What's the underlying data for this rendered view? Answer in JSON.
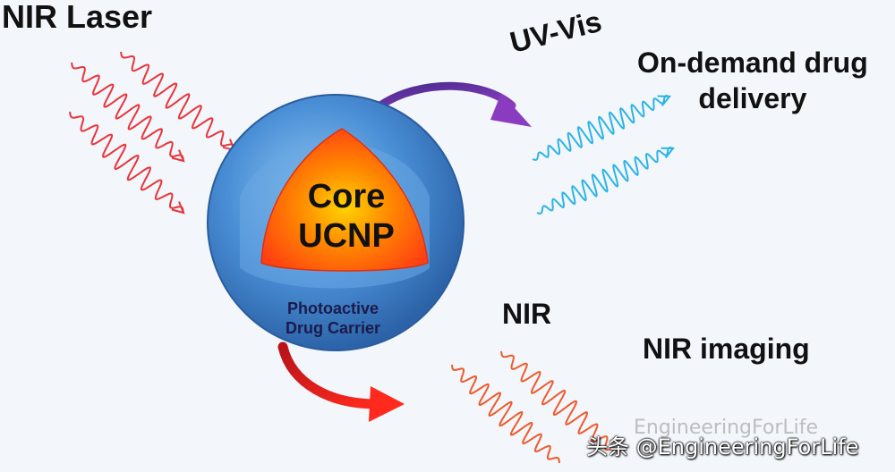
{
  "labels": {
    "nir_laser": "NIR Laser",
    "uv_vis": "UV-Vis",
    "drug_delivery_line1": "On-demand drug",
    "drug_delivery_line2": "delivery",
    "nir": "NIR",
    "nir_imaging": "NIR imaging",
    "core_line1": "Core",
    "core_line2": "UCNP",
    "carrier_line1": "Photoactive",
    "carrier_line2": "Drug Carrier"
  },
  "watermark": {
    "text": "头条 @EngineeringForLife",
    "faint_text": "EngineeringForLife"
  },
  "colors": {
    "nir_wave": "#e8353a",
    "uv_wave": "#2bb3e8",
    "nir_emission_wave": "#ee5a2c",
    "sphere_shell": "#3d86cf",
    "core": "#ff5a14",
    "purple_arrow": "#7a2fa8",
    "red_arrow": "#e3201b"
  }
}
